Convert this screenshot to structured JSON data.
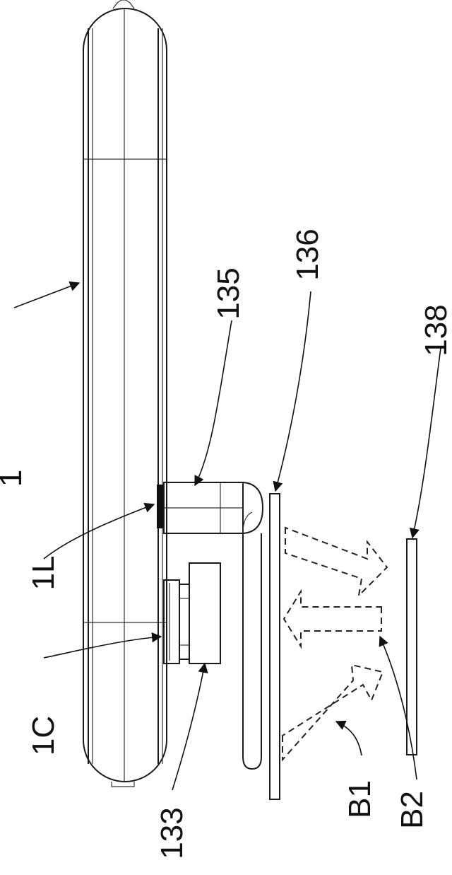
{
  "labels": {
    "device": "1",
    "l_region": "1L",
    "c_region": "1C",
    "part_133": "133",
    "part_135": "135",
    "part_136": "136",
    "part_138": "138",
    "beam_b1": "B1",
    "beam_b2": "B2"
  },
  "colors": {
    "line": "#1a1a1a",
    "background": "#ffffff",
    "marker": "#111111"
  }
}
